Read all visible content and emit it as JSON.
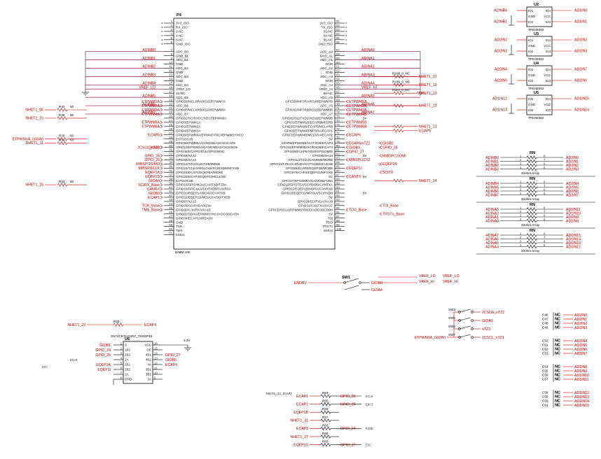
{
  "p4": {
    "ref": "P4",
    "part": "DIMM-100",
    "left_pins": [
      {
        "num": "1",
        "name": "3V3_ISO"
      },
      {
        "num": "2",
        "name": "RX_ISO"
      },
      {
        "num": "3",
        "name": "3-NC"
      },
      {
        "num": "4",
        "name": "4-NC"
      },
      {
        "num": "5",
        "name": "5-NC"
      },
      {
        "num": "6",
        "name": "GND_ISO"
      },
      {
        "num": "7",
        "name": "ADC_B0"
      },
      {
        "num": "8",
        "name": "GND_BL"
      },
      {
        "num": "9",
        "name": "ADC_B1"
      },
      {
        "num": "10",
        "name": "GND"
      },
      {
        "num": "11",
        "name": "ADC_B2"
      },
      {
        "num": "12",
        "name": "GND"
      },
      {
        "num": "13",
        "name": "ADC_B3"
      },
      {
        "num": "14",
        "name": "GND"
      },
      {
        "num": "15",
        "name": "ADC_B4"
      },
      {
        "num": "16",
        "name": "VREF_LO"
      },
      {
        "num": "17",
        "name": "16-NC"
      },
      {
        "num": "18",
        "name": "ADC_B5"
      },
      {
        "num": "19",
        "name": "GPIO58/MCLKRA/XD21/EPWM7A"
      },
      {
        "num": "20",
        "name": "ADC_B6"
      },
      {
        "num": "21",
        "name": "GPIO60/MCLKRB/XD19/EPWM8A"
      },
      {
        "num": "22",
        "name": "ADC_B7"
      },
      {
        "num": "23",
        "name": "GPIO62/SCIRXDC/XD17/EPWM9A"
      },
      {
        "num": "24",
        "name": "GPIO0/EPWM1A"
      },
      {
        "num": "25",
        "name": "GPIO2/EPWM2A"
      },
      {
        "num": "26",
        "name": "GPIO4/EPWM3A"
      },
      {
        "num": "27",
        "name": "GPIO6/EPWM4A/EPWMSYNCI/EPWMSYNCO"
      },
      {
        "num": "28",
        "name": "EXTSOC3B"
      },
      {
        "num": "29",
        "name": "GPIO8/EPWM5A/CANTXB/ADCSOCAOn"
      },
      {
        "num": "30",
        "name": "GPIO10/EPWM6A/CANRXB/ADCSOCBOn"
      },
      {
        "num": "31",
        "name": "GPIO48/ECAP5/XD31/SPISIMOD"
      },
      {
        "num": "32",
        "name": "GPIO84/XA12"
      },
      {
        "num": "33",
        "name": "GPIO86/XA14"
      },
      {
        "num": "34",
        "name": "GPIO12/TZ1n/CANTXB/MDXB"
      },
      {
        "num": "35",
        "name": "GPIO15/TZ4n/XHOLDAn/SCIRXDB/MFSXB"
      },
      {
        "num": "36",
        "name": "GPIO24/ECAP1/EQEP2A/MDXB"
      },
      {
        "num": "37",
        "name": "GPIO26/ECAP3/EQEP2I/MCLKXB"
      },
      {
        "num": "38",
        "name": "EXTSOC3B"
      },
      {
        "num": "39",
        "name": "GPIO16/SPISIMOA/CANTXB/TZ5n"
      },
      {
        "num": "40",
        "name": "GPIO18/SPICLKA/SCITXDB/CANRXA"
      },
      {
        "num": "41",
        "name": "GPIO20/EQEP1A/MDXA/CANTXB"
      },
      {
        "num": "42",
        "name": "GPIO22/EQEP1S/MCLKXA/SCITXDB"
      },
      {
        "num": "43",
        "name": "GPIO87/XA15"
      },
      {
        "num": "44",
        "name": "GPIO28/SCIRXDA/XZ6n"
      },
      {
        "num": "45",
        "name": "GPIO30/CANRXA/XA18"
      },
      {
        "num": "46",
        "name": "GPIO32/SDAA/EPWMSYNCI/ADCSOCAOn"
      },
      {
        "num": "47",
        "name": "GPIO34/ECAP1/XREADY"
      },
      {
        "num": "48",
        "name": "GND"
      },
      {
        "num": "49",
        "name": "TCK"
      },
      {
        "num": "50",
        "name": "TMS"
      },
      {
        "num": "51",
        "name": "EMU1"
      }
    ],
    "right_pins": [
      {
        "num": "51",
        "name": "3V3_ISO"
      },
      {
        "num": "52",
        "name": "TX_ISO"
      },
      {
        "num": "53",
        "name": "53-NC"
      },
      {
        "num": "54",
        "name": "54-NC"
      },
      {
        "num": "55",
        "name": "55-NC"
      },
      {
        "num": "56",
        "name": "GND_ISO"
      },
      {
        "num": "57",
        "name": "ADC_A0"
      },
      {
        "num": "58",
        "name": "GND_AL"
      },
      {
        "num": "59",
        "name": "ADC_A1"
      },
      {
        "num": "60",
        "name": "GND"
      },
      {
        "num": "61",
        "name": "ADC_A2"
      },
      {
        "num": "62",
        "name": "GND"
      },
      {
        "num": "63",
        "name": "ADC_A3"
      },
      {
        "num": "64",
        "name": "GND"
      },
      {
        "num": "65",
        "name": "ADC_A4"
      },
      {
        "num": "66",
        "name": "VREF_HI"
      },
      {
        "num": "67",
        "name": "66-NC"
      },
      {
        "num": "68",
        "name": "ADC_A5"
      },
      {
        "num": "69",
        "name": "GPIO59/MFSRA/XD20/EPWM7B"
      },
      {
        "num": "70",
        "name": "ADC_A6"
      },
      {
        "num": "71",
        "name": "GPIO61/MFSRB/XD18/EPWM8B"
      },
      {
        "num": "72",
        "name": "ADC_A7"
      },
      {
        "num": "73",
        "name": "GPIO63/SCITXDC/XD16/EPWM9B"
      },
      {
        "num": "74",
        "name": "GPIO1/EPWM1B/ECAP6/MFSRB"
      },
      {
        "num": "75",
        "name": "GPIO3/EPWM2B/ECAP5/MCLKRB"
      },
      {
        "num": "76",
        "name": "GPIO5/EPWM3B/MFSRA/ECAP1"
      },
      {
        "num": "77",
        "name": "GPIO7/EPWM4B/MCLKRA/ECAP2"
      },
      {
        "num": "78",
        "name": "5V"
      },
      {
        "num": "79",
        "name": "GPIO9/EPWM5B/SCITXDB/ECAP3"
      },
      {
        "num": "80",
        "name": "GPIO11/EPWM6B/SCIRXDB/ECAP4"
      },
      {
        "num": "81",
        "name": "GPIO49/ECAP6/XD30/SPISOMID"
      },
      {
        "num": "82",
        "name": "GPIO85/XA13"
      },
      {
        "num": "83",
        "name": "GPIO13/TZ2n/CANRXB/MDRB"
      },
      {
        "num": "84",
        "name": "GPIO14/TZ3n/XHOLDn/SCITXDB/MCLKXB"
      },
      {
        "num": "85",
        "name": "GPIO25/ECAP2/EQEP2B/MDRB"
      },
      {
        "num": "86",
        "name": "GPIO27/ECAP4/EQEP2S/MFSXB"
      },
      {
        "num": "87",
        "name": "5V"
      },
      {
        "num": "88",
        "name": "GPIO17/SPISOMIA/CANRXB/TZ6n"
      },
      {
        "num": "89",
        "name": "GPIO19/SPISTEA/SCIRXDB/CANTXA"
      },
      {
        "num": "90",
        "name": "GPIO21/EQEP1B/MDRA/CANRXB"
      },
      {
        "num": "91",
        "name": "GPIO23/EQEP1I/MFSXA/SCIRXDB"
      },
      {
        "num": "92",
        "name": "5V"
      },
      {
        "num": "93",
        "name": "GPIO29/SCITXDA/XA19"
      },
      {
        "num": "94",
        "name": "GPIO31/CANTXA/XA17"
      },
      {
        "num": "95",
        "name": "GPIO33/SCLA/EPWMSYNCO/ADCSOCBOn"
      },
      {
        "num": "96",
        "name": "5V"
      },
      {
        "num": "97",
        "name": "TDI"
      },
      {
        "num": "98",
        "name": "TDO"
      },
      {
        "num": "99",
        "name": "TRSTn"
      },
      {
        "num": "100",
        "name": "EMU0"
      }
    ]
  },
  "left_nets": {
    "adc": [
      "ADINB0",
      "ADINB1",
      "ADINB2",
      "ADINB3",
      "ADINB4",
      "VREF_LO",
      "ADINB5",
      "ADINB6",
      "ADINB7"
    ],
    "pwm": [
      "ETPWM1A",
      "ETPWM2A",
      "ETPWM3A",
      "ETPWM4A",
      "ETPWM5A",
      "ETPWM6A",
      "ECAP5"
    ],
    "gpio": [
      "GIOA0",
      "2CSCL_nTZ1",
      "GPIO_24",
      "GPIO_26",
      "MIBSPI1SIMO",
      "MIBSPI1CLK",
      "EQEP1A",
      "EQEP1S",
      "GIOA4",
      "SCIRX_Base",
      "CANRX",
      "GIOB0",
      "ECAP1",
      "TCK_Base",
      "TMS_Base"
    ],
    "nhet": [
      "NHET1_06",
      "NHET1_15",
      "ETPWM1A_GIOA0",
      "NHET1_11",
      "NHET1_25"
    ],
    "res": [
      "R47",
      "R48",
      "R30",
      "R31",
      "R33",
      "R34",
      "R35",
      "50"
    ]
  },
  "right_nets": {
    "adc": [
      "ADINA0",
      "ADINA1",
      "ADINA2",
      "ADINA3",
      "ADINA4",
      "VREF_HI",
      "ADINA5",
      "ADINA6",
      "ADINA7"
    ],
    "pwm": [
      "ETPWM1B",
      "ETPWM2B",
      "ETPWM3B",
      "ETPWM4B",
      "ETPWM5B",
      "ETPWM6B",
      "ECAP6"
    ],
    "gpio": [
      "ECAP6/nTZ2",
      "GIOB2",
      "GIOB3",
      "GPIO_25",
      "GPIO_27",
      "MIBSPI1SOMI",
      "MIBSPI1CS3",
      "EQEP1B",
      "EQEP1I",
      "SCITX",
      "CANTX",
      "TDI_Base",
      "TDO_Base",
      "TRSTn_Base"
    ],
    "nhet": [
      "NHET1_17",
      "NHET1_19",
      "NHET1_23",
      "NHET1_22",
      "NHET1_21",
      "NHET1_14",
      "ECAP5"
    ],
    "res_labels": [
      "R108_0_NC",
      "R109_0_NC",
      "R110_0_NC"
    ]
  },
  "u2_u5": [
    {
      "ref": "U2",
      "part": "TPD4E002",
      "pins": [
        "IO1",
        "GND",
        "IO2",
        "IO4",
        "VCC",
        "IO3"
      ],
      "nets_l": [
        "ADINB0",
        "ADINB1"
      ],
      "nets_r": [
        "AD1IN0",
        "AD1IN1"
      ]
    },
    {
      "ref": "U3",
      "part": "TPD4E002",
      "pins": [
        "IO1",
        "GND",
        "IO2",
        "IO4",
        "VCC",
        "IO3"
      ],
      "nets_l": [
        "AD2IN2",
        "AD2IN3"
      ],
      "nets_r": [
        "AD2IN2",
        "AD2IN3"
      ]
    },
    {
      "ref": "U4",
      "part": "TPD4E002",
      "pins": [
        "IO1",
        "GND",
        "IO2",
        "IO4",
        "VCC",
        "IO3"
      ],
      "nets_l": [
        "AD2IN4",
        "AD2IN5"
      ],
      "nets_r": [
        "AD2IN7",
        "AD2IN6"
      ]
    },
    {
      "ref": "U5",
      "part": "TPD4E002",
      "pins": [
        "IO1",
        "GND",
        "IO2",
        "IO4",
        "VCC",
        "IO3"
      ],
      "nets_l": [
        "AD1IN12",
        "AD1IN13"
      ],
      "nets_r": [
        "AD1IN15",
        "AD1IN14"
      ]
    }
  ],
  "resistor_arrays": [
    {
      "ref": "RN",
      "label": "33ohm Array",
      "in": [
        "ADINB0",
        "ADINB1",
        "ADINB2",
        "ADINB3"
      ],
      "out": [
        "AD2IN0",
        "AD2IN1",
        "AD2IN2",
        "AD2IN3"
      ]
    },
    {
      "ref": "RN",
      "label": "33ohm Array",
      "in": [
        "ADINB4",
        "ADINB5",
        "ADINB6",
        "ADINB7"
      ],
      "out": [
        "AD2IN4",
        "AD2IN5",
        "AD2IN6",
        "AD2IN7"
      ]
    },
    {
      "ref": "RN",
      "label": "33ohm Array",
      "in": [
        "ADINA3",
        "ADINA2",
        "ADINA1",
        "ADINA0"
      ],
      "out": [
        "AD1IN11",
        "AD1IN10",
        "AD1IN9",
        "AD1IN8"
      ]
    },
    {
      "ref": "RN",
      "label": "33ohm Array",
      "in": [
        "ADINA7",
        "ADINA6",
        "ADINA5",
        "ADINA4"
      ],
      "out": [
        "AD1IN15",
        "AD1IN14",
        "AD1IN13",
        "AD1IN12"
      ]
    }
  ],
  "switches": {
    "sw1": {
      "ref": "SW1",
      "net_l": "ENDRV",
      "nets_r": [
        "VREF_LO",
        "VREF_HI",
        "GIOB0",
        "GIOA4"
      ]
    },
    "sw_group": {
      "nets_l": "ETPWM1A_GIOA0",
      "refs": [
        "SW3",
        "SW5",
        "SW6",
        "SW7"
      ],
      "nets_r": [
        "2CSDA_nTZ2",
        "GIOA0",
        "nTZ3",
        "2CSCL_nTZ1"
      ]
    }
  },
  "u6": {
    "ref": "U6",
    "part": "SN74CBTLV3257_TSSOP16",
    "vcc": "3.3V",
    "pins_l": [
      {
        "num": "1",
        "name": "S"
      },
      {
        "num": "2",
        "name": "1B1"
      },
      {
        "num": "3",
        "name": "1B2"
      },
      {
        "num": "4",
        "name": "1A"
      },
      {
        "num": "5",
        "name": "2B1"
      },
      {
        "num": "6",
        "name": "2B2"
      },
      {
        "num": "7",
        "name": "2A"
      },
      {
        "num": "8",
        "name": "GND"
      }
    ],
    "pins_r": [
      {
        "num": "16",
        "name": "VCC"
      },
      {
        "num": "15",
        "name": "OE"
      },
      {
        "num": "14",
        "name": "4B1"
      },
      {
        "num": "13",
        "name": "4B2"
      },
      {
        "num": "12",
        "name": "4A"
      },
      {
        "num": "11",
        "name": "3B1"
      },
      {
        "num": "10",
        "name": "3B2"
      },
      {
        "num": "9",
        "name": "3A"
      }
    ],
    "nets_l": [
      "GIOB1",
      "GPIO_24",
      "GPIO_26",
      "EQEP1A",
      "EQEP1I"
    ],
    "nets_r": [
      "GPIO_27",
      "GIOB5",
      "ECAP4"
    ],
    "net_text_l": [
      "ECLK",
      "ECC"
    ],
    "top_net": "NHET1_29",
    "top_res": "R53",
    "top_out": "ECAP4"
  },
  "bottom_mux": {
    "rows": [
      {
        "l": "ECAP1",
        "r": "R54",
        "net": "GPIO_26",
        "right_text": "ECLK"
      },
      {
        "l": "ECAP2",
        "r": "R55",
        "net": "GPIO_25",
        "right_text": "EDCI"
      },
      {
        "l": "EQEP1B",
        "r": "R56",
        "net": "",
        "right_text": ""
      },
      {
        "l": "NHET1_31",
        "r": "R57",
        "net": "",
        "right_text": ""
      },
      {
        "l": "ECAP3",
        "r": "R58",
        "net": "GPIO_24",
        "right_text": "EIND"
      },
      {
        "l": "NHET1_27",
        "r": "R59",
        "net": "",
        "right_text": ""
      },
      {
        "l": "EQEP1S",
        "r": "R60",
        "net": "GPIO_27",
        "right_text": "ECC"
      }
    ],
    "top_net": "NHET1_31_ECAP1"
  },
  "nc_columns": [
    {
      "caps": [
        "C46",
        "C47",
        "C48",
        "C49"
      ],
      "nets": [
        "AD2IN0",
        "AD2IN1",
        "AD2IN2",
        "AD2IN3"
      ]
    },
    {
      "caps": [
        "C50",
        "C51",
        "C52",
        "C53"
      ],
      "nets": [
        "AD2IN4",
        "AD2IN5",
        "AD2IN6",
        "AD2IN7"
      ]
    },
    {
      "caps": [
        "C54",
        "C55",
        "C56",
        "C57"
      ],
      "nets": [
        "AD1IN8",
        "AD1IN9",
        "AD1IN10",
        "AD1IN11"
      ]
    },
    {
      "caps": [
        "C58",
        "C59",
        "C60",
        "C61"
      ],
      "nets": [
        "AD1IN12",
        "AD1IN13",
        "AD1IN14",
        "AD1IN15"
      ]
    }
  ],
  "nc_text": "NC",
  "colors": {
    "net": "#c00000",
    "wire": "#000000",
    "pwr": "#8b1a4a"
  }
}
